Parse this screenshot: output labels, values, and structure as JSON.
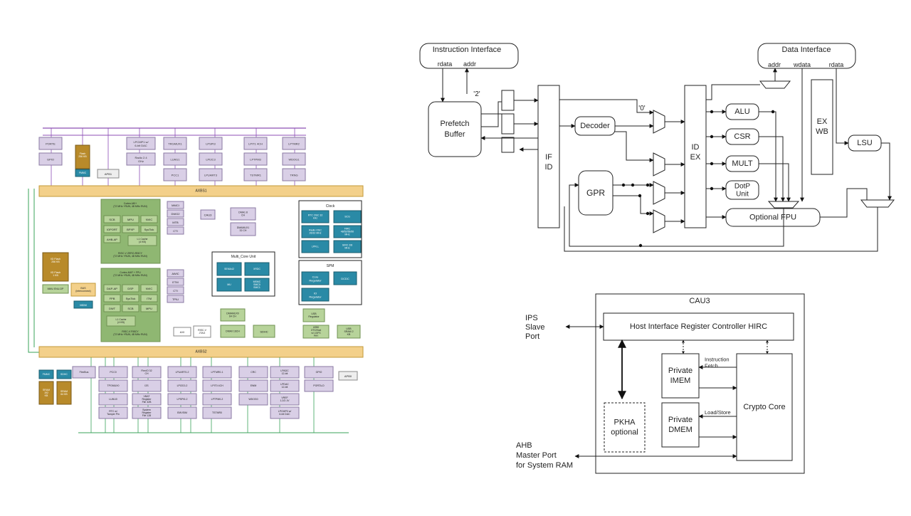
{
  "soc": {
    "top_periph": [
      [
        "PORTE",
        "GPIO"
      ],
      [
        "MAC"
      ],
      [
        "LPCMP1 w/ 6-bit DAC",
        "Radio 2.4 GHz"
      ],
      [
        "TRGMUX1",
        "LLWU1",
        "PCC1"
      ],
      [
        "LPSPI3",
        "LPI2C3",
        "LPUART3"
      ],
      [
        "LPIT1 4CH",
        "LPTPM3",
        "TSTMR1"
      ],
      [
        "LPTMR2",
        "WDOG1",
        "TRNG"
      ]
    ],
    "flash_top": "Flash 256 KB",
    "axbs1": "AXBS1",
    "axbs2": "AXBS2",
    "m0_core": "Cortex-M0+",
    "m0_sub": "(72 MHz +RUN, 48 MHz RUN)",
    "m0_items": [
      "SCB",
      "MPU",
      "NVIC",
      "IOPORT",
      "BPXP",
      "SysTick",
      "AHB-AP",
      "L1 Cache (4 KB)"
    ],
    "riscv0": "RISC-V ZERO-RI5CY",
    "riscv0_sub": "(72 MHz +RUN, 48 MHz RUN)",
    "side_top": [
      "MMCI",
      "DWG2",
      "MTB",
      "CTI"
    ],
    "cau3": "CAU3",
    "dma": [
      "DMA1 8 CH",
      "DMAMUX1 32 CH"
    ],
    "m4_core": "Cortex-M4F + FPU",
    "m4_sub": "(72 MHz +RUN, 48 MHz RUN)",
    "m4_items": [
      "DAP-AP",
      "DSP",
      "NVIC",
      "FPB",
      "SysTick",
      "ITM",
      "DWT",
      "SCB",
      "MPU"
    ],
    "m4_cache": "L1 Cache (4 KB)",
    "riscv1": "RISC-V RI5CY",
    "riscv1_sub": "(72 MHz +RUN, 48 MHz RUN)",
    "side_bot": [
      "AWIC",
      "ETM",
      "CTI",
      "TPIU"
    ],
    "flash_side": [
      "I/D Flash 256 KB",
      "I/D Flash 1 KB"
    ],
    "mmu": "MMU ENU-DP",
    "bus": "BUS (interconnect)",
    "mdm": "MDM",
    "axi": "AXI",
    "riscv_jtag": "RISC-V JTAG",
    "multicore_title": "Multi_Core Unit",
    "multicore": [
      "SEMA42",
      "XRDC",
      "MU",
      "MSMC SMC0 SMC1"
    ],
    "clock_title": "Clock",
    "clock": [
      "RTC OSC 32 kHz",
      "SCG",
      "Radio OSC 26/32 MHz",
      "FIRC 48/52/56/60 MHz",
      "LPFLL",
      "SIRC 2/8 MHz"
    ],
    "spm_title": "SPM",
    "spm": [
      "Core Regulator",
      "DCDC",
      "IO Regulator"
    ],
    "usb": "USB Regulator",
    "usb_fs": "USB0 OTG/Host w/ LS/FS PHY",
    "usb_sram": "USB SRAM 2 KB",
    "dmamux": "DMAMUX0 64 CH",
    "dma0": "DMA0 16CH",
    "sdhc": "SDHC",
    "bottom_periph": [
      [
        "FlexBus"
      ],
      [
        "PCC0",
        "TPGMUX0",
        "LLWU0",
        "RTC w/ Tamper Pin"
      ],
      [
        "FlexIO 32 CH",
        "I2S",
        "VBAT Register File 32B",
        "System Register File 128"
      ],
      [
        "LPUART0-2",
        "LPI2C0-2",
        "LPSPI0-2",
        "EMVSIM"
      ],
      [
        "LPTMR0-1",
        "LPIT0 4CH",
        "LPTPM0-2",
        "TSTMR0"
      ],
      [
        "CRC",
        "EWM",
        "WDOG0"
      ],
      [
        "LPADC 12-bit",
        "LPDAC 12-bit",
        "VREF 1.2/2.1V",
        "LPCMP0 w/ 6-bit DAC"
      ],
      [
        "GPIO",
        "PORTA-D"
      ]
    ],
    "bottom_left": [
      "FMMC",
      "SDHC",
      "SRAM 192 KB",
      "SRAM 64 KB"
    ],
    "apb": [
      "APB1",
      "APB0"
    ]
  },
  "pipeline": {
    "instr_if": "Instruction Interface",
    "rdata": "rdata",
    "addr": "addr",
    "two": "'2'",
    "zero": "'0'",
    "prefetch": "Prefetch Buffer",
    "ifid": "IF ID",
    "decoder": "Decoder",
    "gpr": "GPR",
    "idex": "ID EX",
    "alu": "ALU",
    "csr": "CSR",
    "mult": "MULT",
    "dotp": "DotP Unit",
    "fpu": "Optional FPU",
    "data_if": "Data Interface",
    "d_addr": "addr",
    "wdata": "wdata",
    "d_rdata": "rdata",
    "exwb": "EX WB",
    "lsu": "LSU"
  },
  "cau3": {
    "title": "CAU3",
    "hirc": "Host Interface Register Controller HIRC",
    "ips": "IPS Slave Port",
    "imem": "Private IMEM",
    "dmem": "Private DMEM",
    "instr_fetch": "Instruction Fetch",
    "load_store": "Load/Store",
    "crypto": "Crypto Core",
    "pkha": "PKHA optional",
    "ahb": "AHB Master Port for System RAM"
  }
}
